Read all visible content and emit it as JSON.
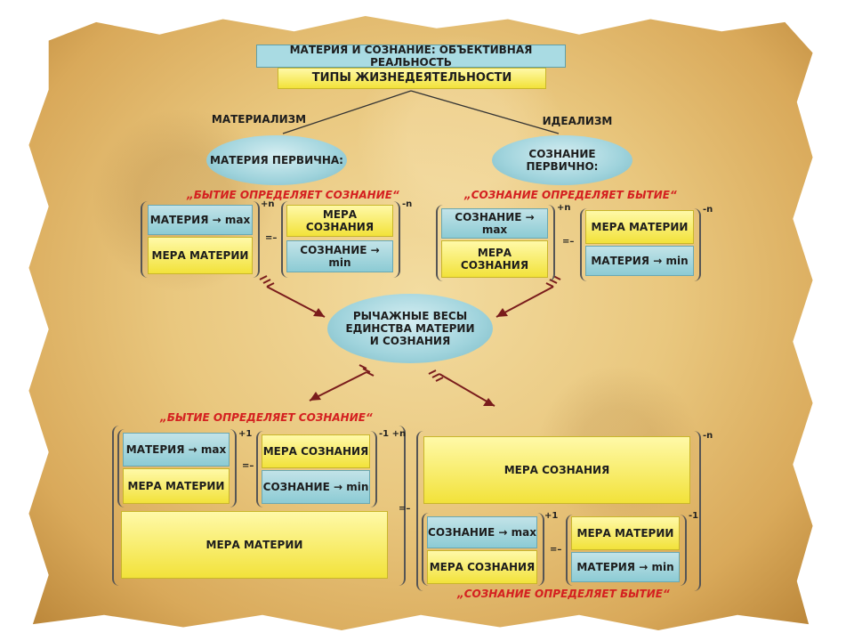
{
  "header": {
    "title": "МАТЕРИЯ И СОЗНАНИЕ: ОБЪЕКТИВНАЯ РЕАЛЬНОСТЬ",
    "subtitle": "ТИПЫ ЖИЗНЕДЕЯТЕЛЬНОСТИ"
  },
  "branches": {
    "left_label": "МАТЕРИАЛИЗМ",
    "right_label": "ИДЕАЛИЗМ",
    "left_ellipse": "МАТЕРИЯ ПЕРВИЧНА:",
    "right_ellipse": "СОЗНАНИЕ ПЕРВИЧНО:",
    "left_quote": "„БЫТИЕ ОПРЕДЕЛЯЕТ СОЗНАНИЕ“",
    "right_quote": "„СОЗНАНИЕ ОПРЕДЕЛЯЕТ БЫТИЕ“"
  },
  "formulas": {
    "materia_max": "МАТЕРИЯ → max",
    "soznanie_max": "СОЗНАНИЕ → max",
    "materia_min": "МАТЕРИЯ → min",
    "soznanie_min": "СОЗНАНИЕ → min",
    "mera_materii": "МЕРА МАТЕРИИ",
    "mera_soznaniya": "МЕРА СОЗНАНИЯ",
    "eq": "=–",
    "plus_n": "+n",
    "minus_n": "-n",
    "plus_1": "+1",
    "minus_1": "-1",
    "minus_1_plus_n": "-1 +n"
  },
  "center": {
    "ellipse": "РЫЧАЖНЫЕ ВЕСЫ ЕДИНСТВА МАТЕРИИ И СОЗНАНИЯ"
  },
  "bottom": {
    "left_quote": "„БЫТИЕ ОПРЕДЕЛЯЕТ СОЗНАНИЕ“",
    "right_quote": "„СОЗНАНИЕ ОПРЕДЕЛЯЕТ БЫТИЕ“"
  }
}
